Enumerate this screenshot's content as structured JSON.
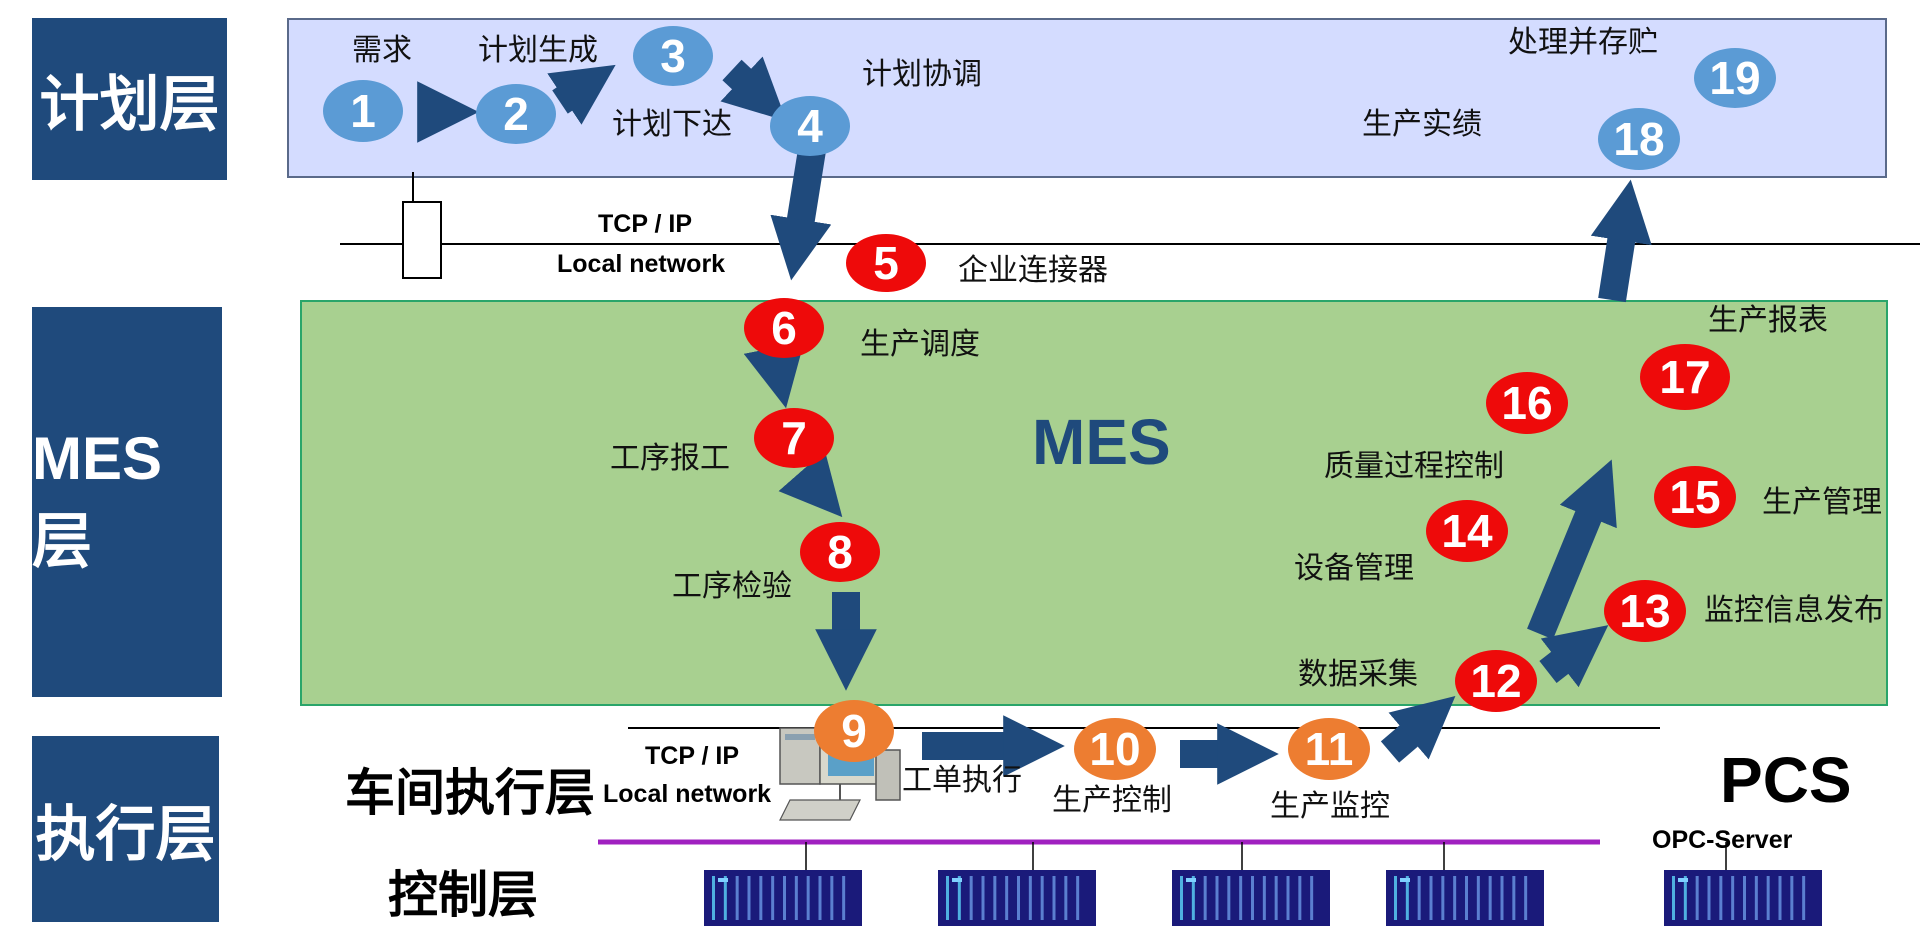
{
  "layers": {
    "plan": "计划层",
    "mes": "MES层",
    "exec": "执行层"
  },
  "zones": {
    "mes_title": "MES",
    "pcs_title": "PCS",
    "workshop_label": "车间执行层",
    "control_label": "控制层"
  },
  "network": {
    "upper_protocol": "TCP / IP",
    "upper_name": "Local network",
    "lower_protocol": "TCP / IP",
    "lower_name": "Local network",
    "opc": "OPC-Server"
  },
  "steps": [
    {
      "num": "1",
      "label": "需求",
      "color": "blue"
    },
    {
      "num": "2",
      "label": "计划生成",
      "color": "blue"
    },
    {
      "num": "3",
      "label": "",
      "color": "blue"
    },
    {
      "num": "4",
      "label": "计划协调",
      "color": "blue"
    },
    {
      "num": "5",
      "label": "企业连接器",
      "color": "red"
    },
    {
      "num": "6",
      "label": "生产调度",
      "color": "red"
    },
    {
      "num": "7",
      "label": "工序报工",
      "color": "red"
    },
    {
      "num": "8",
      "label": "工序检验",
      "color": "red"
    },
    {
      "num": "9",
      "label": "",
      "color": "orange"
    },
    {
      "num": "10",
      "label": "生产控制",
      "color": "orange"
    },
    {
      "num": "11",
      "label": "生产监控",
      "color": "orange"
    },
    {
      "num": "12",
      "label": "数据采集",
      "color": "red"
    },
    {
      "num": "13",
      "label": "监控信息发布",
      "color": "red"
    },
    {
      "num": "14",
      "label": "设备管理",
      "color": "red"
    },
    {
      "num": "15",
      "label": "生产管理",
      "color": "red"
    },
    {
      "num": "16",
      "label": "质量过程控制",
      "color": "red"
    },
    {
      "num": "17",
      "label": "生产报表",
      "color": "red"
    },
    {
      "num": "18",
      "label": "生产实绩",
      "color": "blue"
    },
    {
      "num": "19",
      "label": "处理并存贮",
      "color": "blue"
    }
  ],
  "extra_labels": {
    "plan_issue": "计划下达",
    "work_order": "工单执行"
  },
  "colors": {
    "layer_bg": "#1f4a7c",
    "plan_bg": "#d4dcff",
    "mes_bg": "#a8d090",
    "arrow": "#1f4a7c",
    "bus": "#a020c0",
    "plc": "#1a1a7a"
  }
}
